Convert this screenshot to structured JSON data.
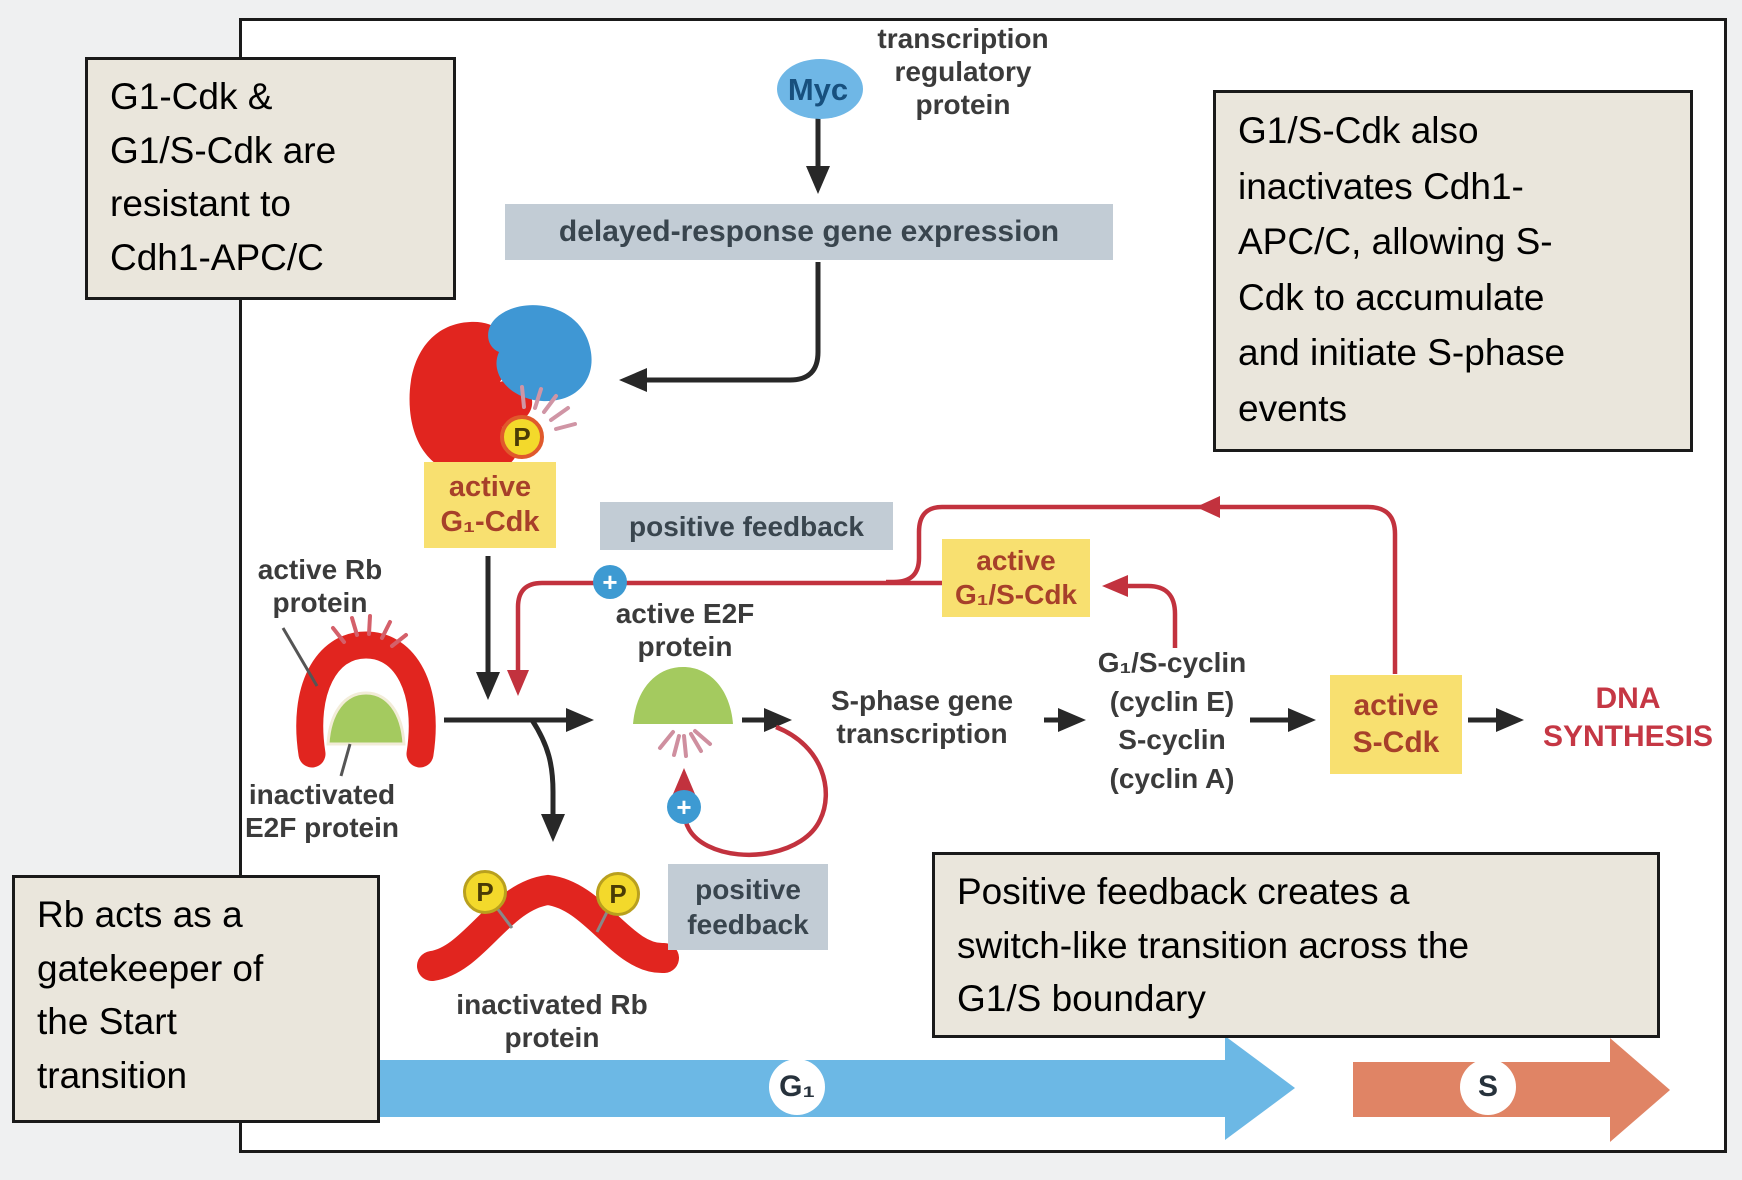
{
  "annotations": {
    "top_left": "G1-Cdk &\nG1/S-Cdk are\nresistant to\nCdh1-APC/C",
    "top_right": "G1/S-Cdk also\ninactivates Cdh1-\nAPC/C, allowing S-\nCdk to accumulate\nand initiate S-phase\nevents",
    "bottom_left": "Rb acts as a\ngatekeeper of\nthe Start\ntransition",
    "bottom_right": "Positive feedback creates a\nswitch-like transition across the\nG1/S boundary"
  },
  "diagram": {
    "myc": "Myc",
    "transcription_regulatory_protein": "transcription\nregulatory\nprotein",
    "delayed_response": "delayed-response gene expression",
    "active_g1_cdk": "active\nG₁-Cdk",
    "positive_feedback_top": "positive feedback",
    "active_rb": "active Rb\nprotein",
    "inactivated_e2f": "inactivated\nE2F protein",
    "active_e2f": "active E2F\nprotein",
    "s_phase_gene": "S-phase gene\ntranscription",
    "cyclins": "G₁/S-cyclin\n(cyclin E)\nS-cyclin\n(cyclin A)",
    "active_g1s_cdk": "active\nG₁/S-Cdk",
    "active_s_cdk": "active\nS-Cdk",
    "dna_synthesis": "DNA\nSYNTHESIS",
    "positive_feedback_bottom": "positive\nfeedback",
    "inactivated_rb": "inactivated Rb\nprotein",
    "p_label": "P",
    "plus_label": "+",
    "g1_phase": "G₁",
    "s_phase": "S"
  },
  "colors": {
    "red": "#e1251f",
    "blue": "#3f97d4",
    "lightblue": "#6fb7e6",
    "green": "#a4ca5f",
    "yellow": "#f8e070",
    "maroon": "#a7402a",
    "bluegray": "#c2ccd5",
    "delayedbg": "#c3d6e2",
    "beige": "#eae6dc",
    "redline": "#c2323e",
    "crimson": "#c53744",
    "bluearrow": "#6cb8e5",
    "salmonarrow": "#e08465",
    "pyellow": "#f3d92b",
    "pluscircle": "#3d9ad2"
  }
}
